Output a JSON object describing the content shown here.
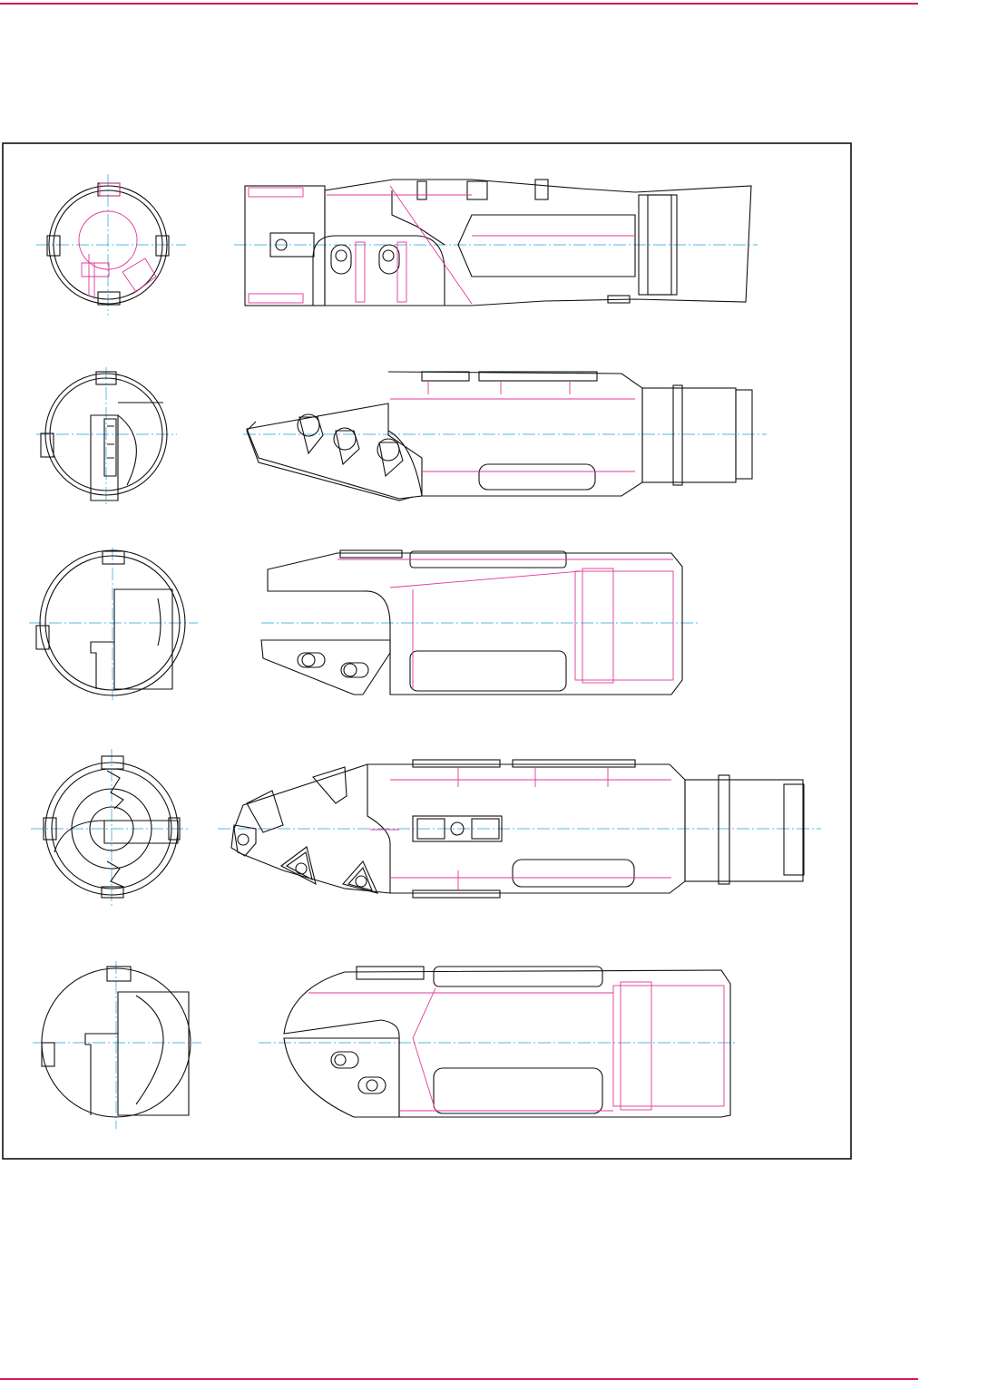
{
  "colors": {
    "rule": "#d8174f",
    "outline": "#111111",
    "hidden_lines": "#e0389a",
    "center_lines": "#1ea0dc",
    "background": "#ffffff"
  },
  "views": [
    {
      "row": 1,
      "parts": [
        "end-view-circle",
        "side-view"
      ]
    },
    {
      "row": 2,
      "parts": [
        "end-view-circle",
        "side-view"
      ]
    },
    {
      "row": 3,
      "parts": [
        "end-view-circle",
        "side-view"
      ]
    },
    {
      "row": 4,
      "parts": [
        "end-view-circle",
        "side-view"
      ]
    },
    {
      "row": 5,
      "parts": [
        "end-view-circle",
        "side-view"
      ]
    }
  ]
}
